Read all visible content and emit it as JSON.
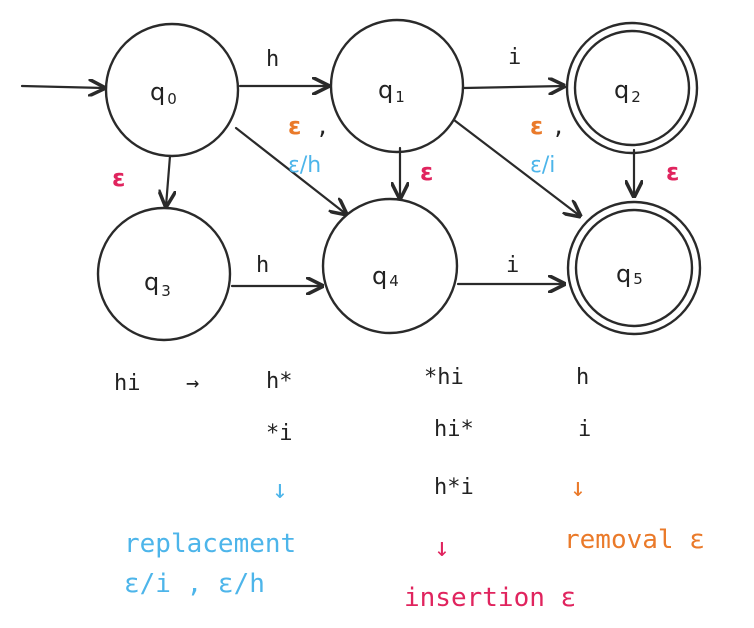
{
  "states": {
    "q0": {
      "name": "q",
      "sub": "0"
    },
    "q1": {
      "name": "q",
      "sub": "1"
    },
    "q2": {
      "name": "q",
      "sub": "2"
    },
    "q3": {
      "name": "q",
      "sub": "3"
    },
    "q4": {
      "name": "q",
      "sub": "4"
    },
    "q5": {
      "name": "q",
      "sub": "5"
    }
  },
  "edges": {
    "q0_q1": "h",
    "q1_q2": "i",
    "q3_q4": "h",
    "q4_q5": "i",
    "q0_q3": "ε",
    "q1_q4": "ε",
    "q2_q5": "ε",
    "q0_q4_eps": "ε",
    "q0_q4_comma": ",",
    "q0_q4_rep": "ε/h",
    "q1_q5_eps": "ε",
    "q1_q5_comma": ",",
    "q1_q5_rep": "ε/i"
  },
  "examples": {
    "source": "hi",
    "arrow": "→",
    "replacement_col": [
      "h*",
      "*i"
    ],
    "insertion_col": [
      "*hi",
      "hi*",
      "h*i"
    ],
    "removal_col": [
      "h",
      "i"
    ]
  },
  "legend": {
    "replacement_title": "replacement",
    "replacement_values": "ε/i , ε/h",
    "insertion_title": "insertion ε",
    "removal_title": "removal ε",
    "down_arrow": "↓"
  },
  "colors": {
    "ink": "#2a2a2a",
    "blue": "#4db5ea",
    "red": "#e0245e",
    "orange": "#ea7a2a"
  }
}
